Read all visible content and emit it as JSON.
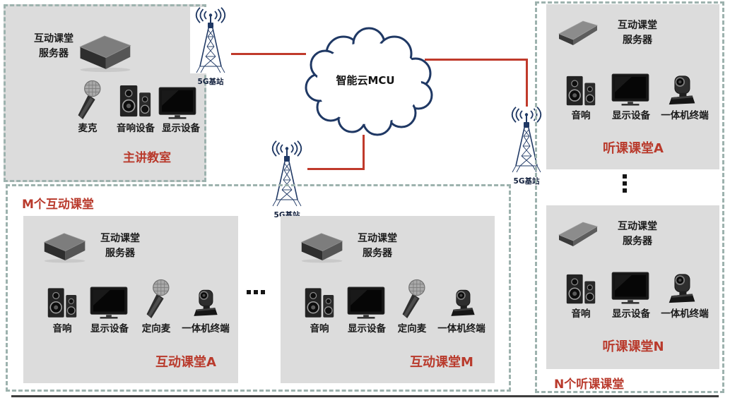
{
  "colors": {
    "accent_red": "#b93a2c",
    "line_red": "#c03a2b",
    "navy": "#1f3864",
    "box_gray": "#dcdcdc",
    "dash_teal": "#9db2ae"
  },
  "cloud": {
    "label": "智能云MCU"
  },
  "base_station_label": "5G基站",
  "main_room": {
    "server_line1": "互动课堂",
    "server_line2": "服务器",
    "devices": [
      "麦克",
      "音响设备",
      "显示设备"
    ],
    "title": "主讲教室"
  },
  "interactive_group": {
    "title": "M个互动课堂",
    "ellipsis_note": "between classroom A and classroom M",
    "classrooms": [
      {
        "server_line1": "互动课堂",
        "server_line2": "服务器",
        "devices": [
          "音响",
          "显示设备",
          "定向麦",
          "一体机终端"
        ],
        "title": "互动课堂A"
      },
      {
        "server_line1": "互动课堂",
        "server_line2": "服务器",
        "devices": [
          "音响",
          "显示设备",
          "定向麦",
          "一体机终端"
        ],
        "title": "互动课堂M"
      }
    ]
  },
  "listening_group": {
    "title": "N个听课课堂",
    "classrooms": [
      {
        "server_line1": "互动课堂",
        "server_line2": "服务器",
        "devices": [
          "音响",
          "显示设备",
          "一体机终端"
        ],
        "title": "听课课堂A"
      },
      {
        "server_line1": "互动课堂",
        "server_line2": "服务器",
        "devices": [
          "音响",
          "显示设备",
          "一体机终端"
        ],
        "title": "听课课堂N"
      }
    ]
  }
}
